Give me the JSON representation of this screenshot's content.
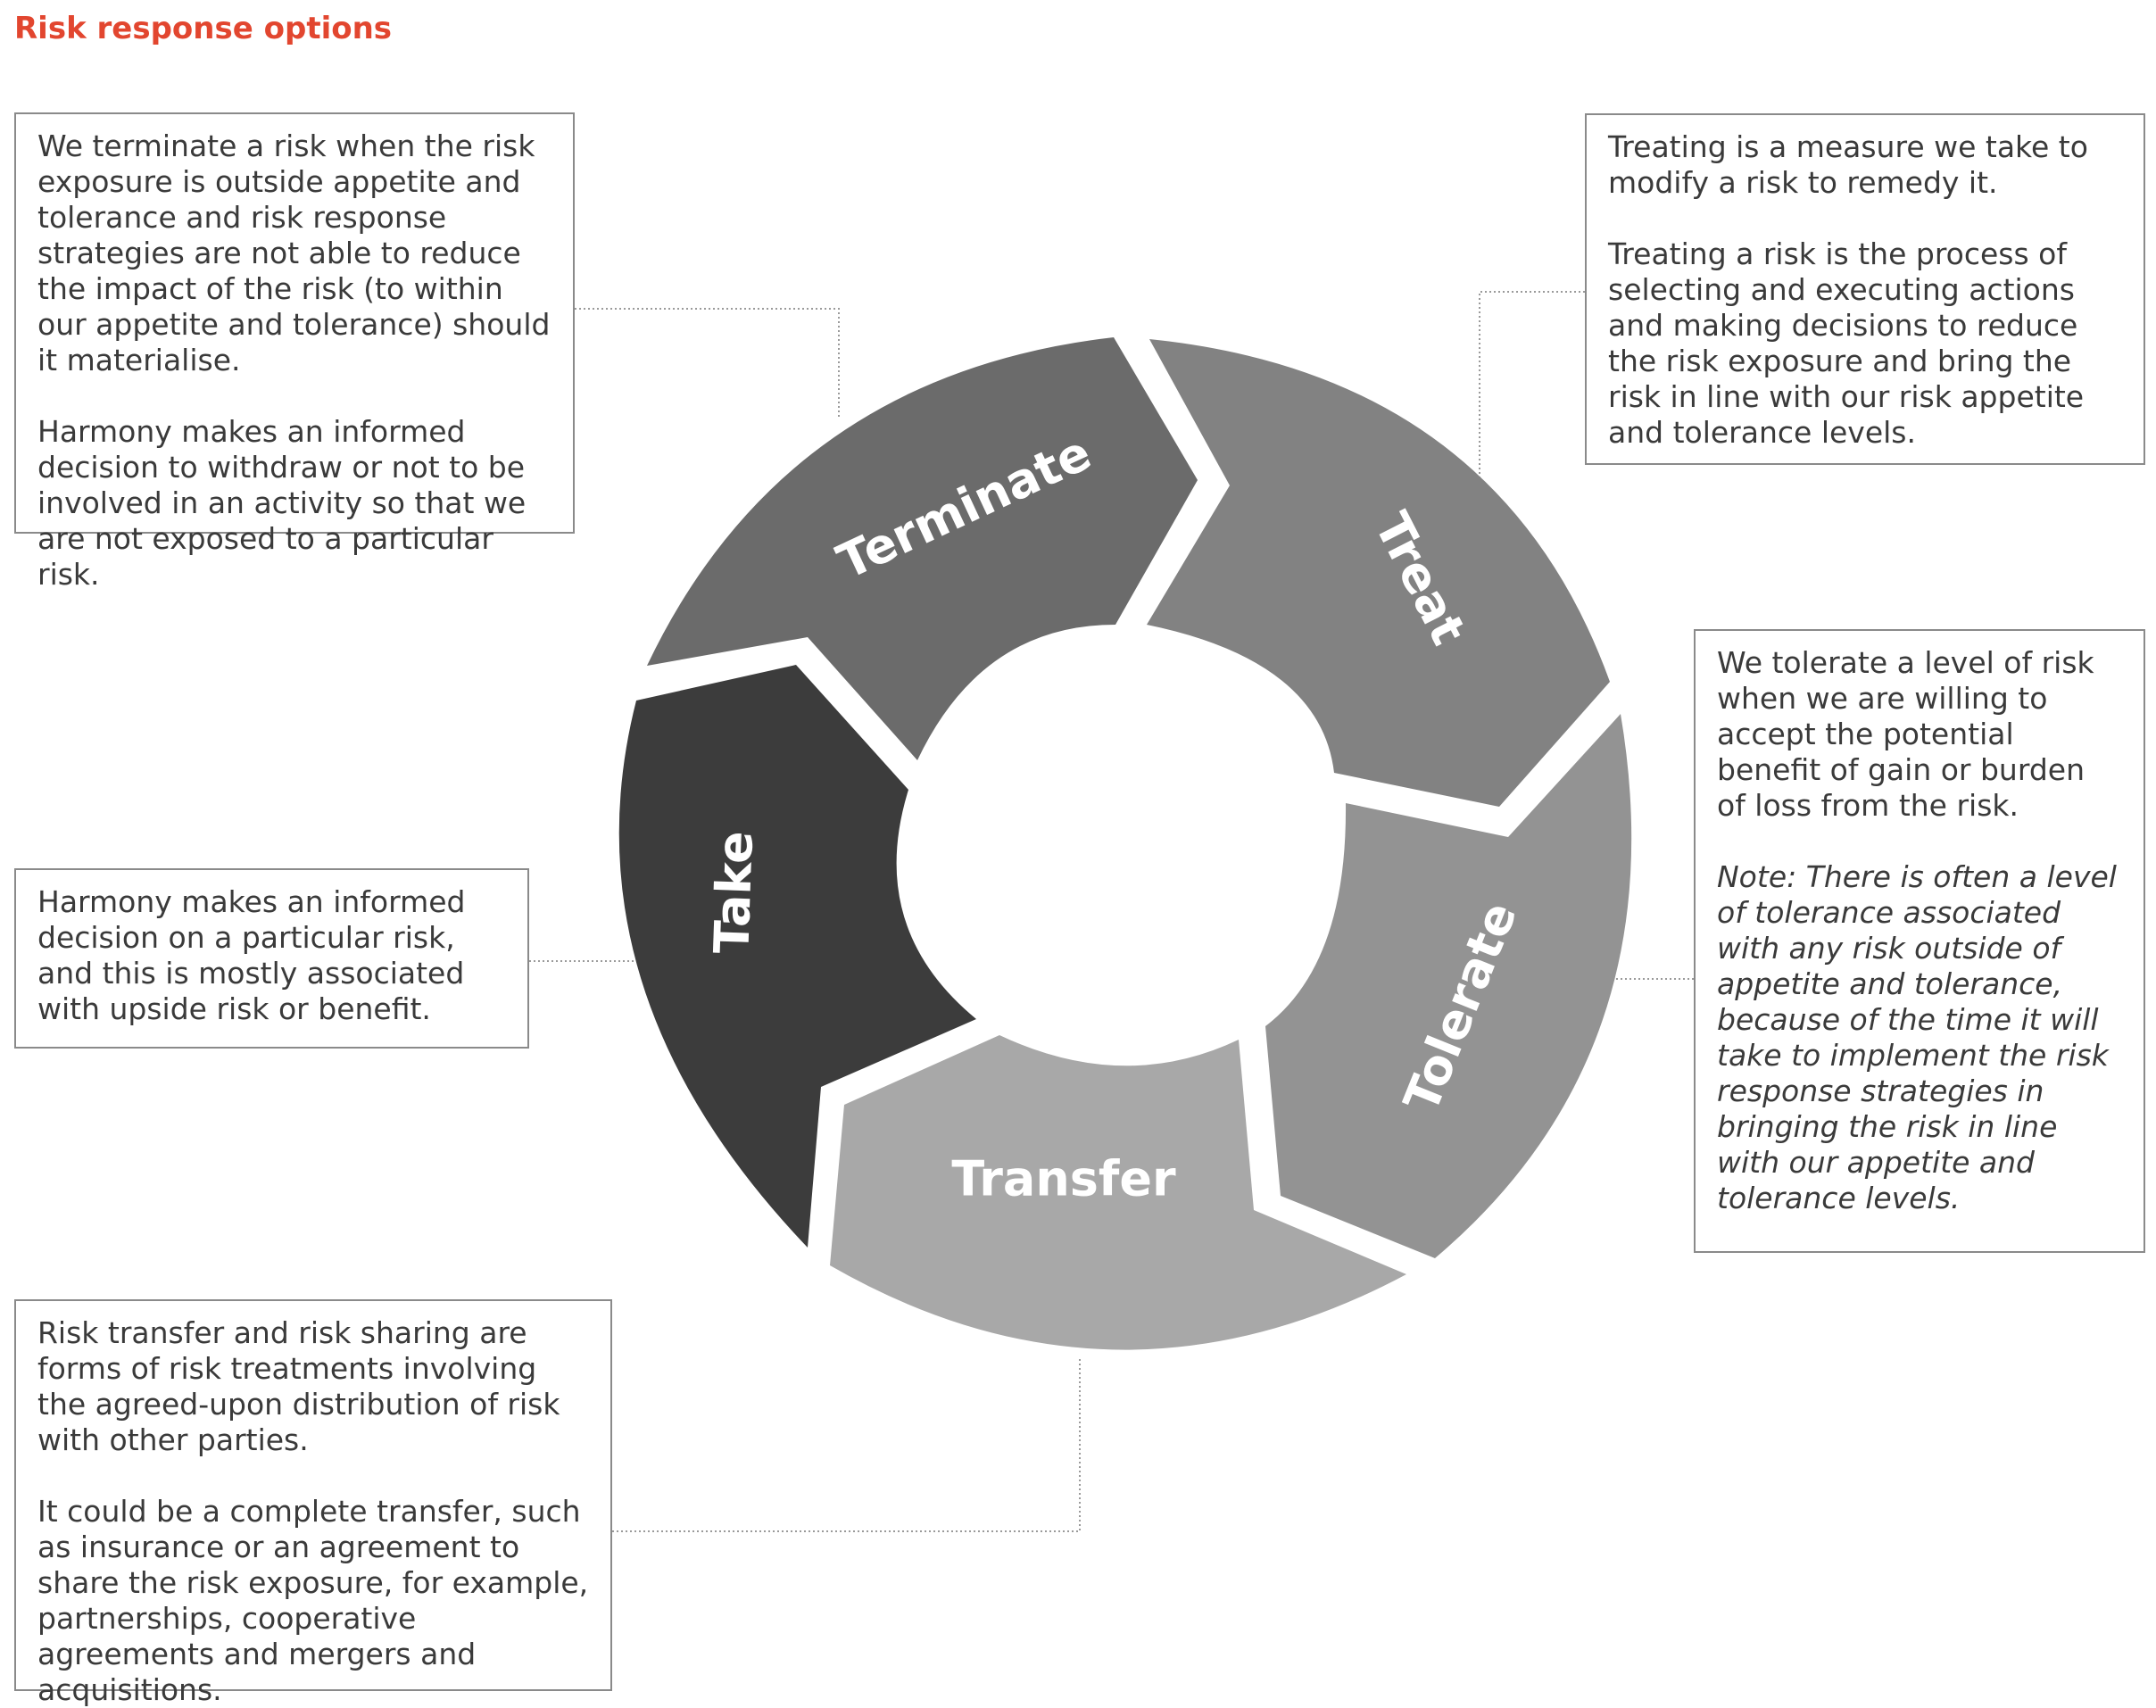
{
  "title": "Risk response options",
  "segments": {
    "terminate": {
      "label": "Terminate",
      "color": "#6b6b6b"
    },
    "treat": {
      "label": "Treat",
      "color": "#828282"
    },
    "tolerate": {
      "label": "Tolerate",
      "color": "#939393"
    },
    "transfer": {
      "label": "Transfer",
      "color": "#a8a8a8"
    },
    "take": {
      "label": "Take",
      "color": "#3c3c3c"
    }
  },
  "boxes": {
    "terminate": {
      "p1": "We terminate a risk when the risk exposure is outside appetite and tolerance and risk response strategies are not able to reduce the impact of the risk (to within our appetite and tolerance) should it materialise.",
      "p2": "Harmony makes an informed decision to withdraw or not to be involved in an activity so that we are not exposed to a particular risk."
    },
    "treat": {
      "p1": "Treating is a measure we take to modify a risk to remedy it.",
      "p2": "Treating a risk is the process of selecting and executing actions and making decisions to reduce the risk exposure and bring the risk in line with our risk appetite and tolerance levels."
    },
    "take": {
      "p1": "Harmony makes an informed decision on a particular risk, and this is mostly associated with upside risk or benefit."
    },
    "tolerate": {
      "p1": "We tolerate a level of risk when we are willing to accept the potential benefit of gain or burden of loss from the risk.",
      "note": "Note: There is often a level of tolerance associated with any risk outside of appetite and tolerance, because of the time it will take to implement the risk response strategies in bringing the risk in line with our appetite and tolerance levels."
    },
    "transfer": {
      "p1": "Risk transfer and risk sharing are forms of risk treatments involving the agreed-upon distribution of risk with other parties.",
      "p2": "It could be a complete transfer, such as insurance or an agreement to share the risk exposure, for example, partnerships, cooperative agreements and mergers and acquisitions."
    }
  }
}
